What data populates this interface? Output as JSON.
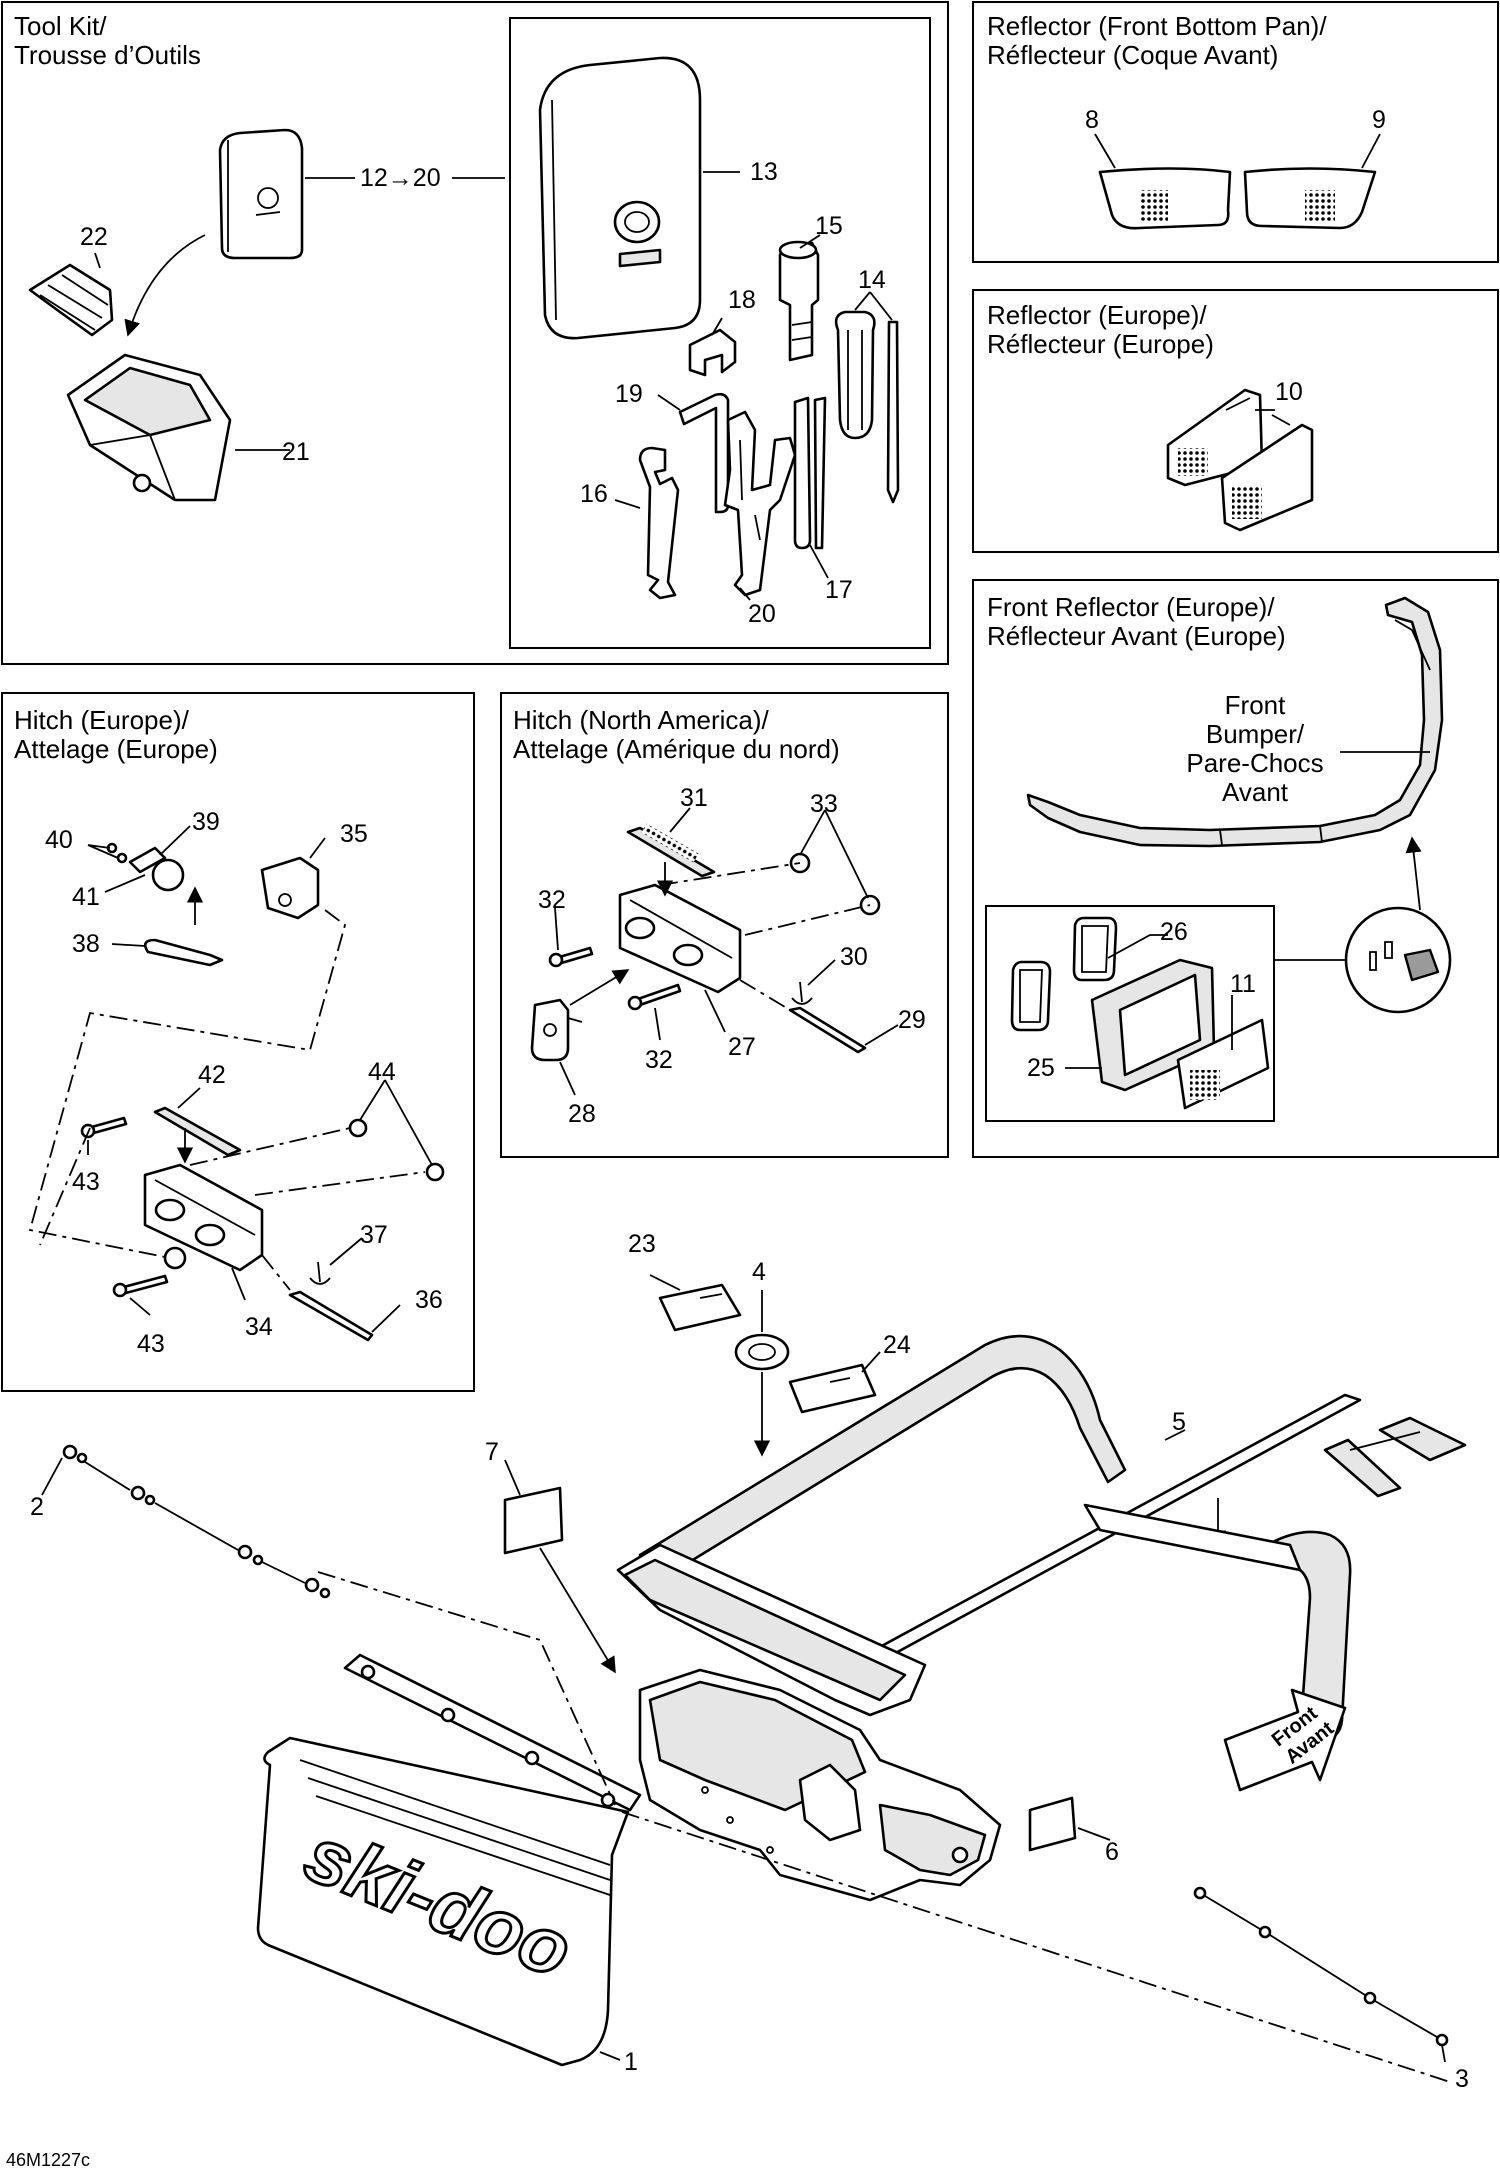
{
  "panels": {
    "tool_kit": {
      "title_line1": "Tool Kit/",
      "title_line2": "Trousse d’Outils"
    },
    "reflector_front_bottom_pan": {
      "title_line1": "Reflector (Front Bottom Pan)/",
      "title_line2": "Réflecteur (Coque Avant)"
    },
    "reflector_europe": {
      "title_line1": "Reflector (Europe)/",
      "title_line2": "Réflecteur (Europe)"
    },
    "front_reflector_europe": {
      "title_line1": "Front Reflector (Europe)/",
      "title_line2": "Réflecteur Avant (Europe)"
    },
    "hitch_europe": {
      "title_line1": "Hitch (Europe)/",
      "title_line2": "Attelage (Europe)"
    },
    "hitch_north_america": {
      "title_line1": "Hitch (North America)/",
      "title_line2": "Attelage (Amérique du nord)"
    }
  },
  "bumper_label": {
    "line1": "Front",
    "line2": "Bumper/",
    "line3": "Pare-Chocs",
    "line4": "Avant"
  },
  "front_arrow": {
    "line1": "Front",
    "line2": "Avant"
  },
  "brand_logo_text": "ski-doo",
  "drawing_code": "46M1227c",
  "callouts": {
    "c1": "1",
    "c2": "2",
    "c3": "3",
    "c4": "4",
    "c5": "5",
    "c6": "6",
    "c7": "7",
    "c8": "8",
    "c9": "9",
    "c10": "10",
    "c11": "11",
    "c12_20": "12→20",
    "c13": "13",
    "c14": "14",
    "c15": "15",
    "c16": "16",
    "c17": "17",
    "c18": "18",
    "c19": "19",
    "c20": "20",
    "c21": "21",
    "c22": "22",
    "c23": "23",
    "c24": "24",
    "c25": "25",
    "c26": "26",
    "c27": "27",
    "c28": "28",
    "c29": "29",
    "c30": "30",
    "c31": "31",
    "c32a": "32",
    "c32b": "32",
    "c33": "33",
    "c34": "34",
    "c35": "35",
    "c36": "36",
    "c37": "37",
    "c38": "38",
    "c39": "39",
    "c40": "40",
    "c41": "41",
    "c42": "42",
    "c43a": "43",
    "c43b": "43",
    "c44": "44"
  }
}
